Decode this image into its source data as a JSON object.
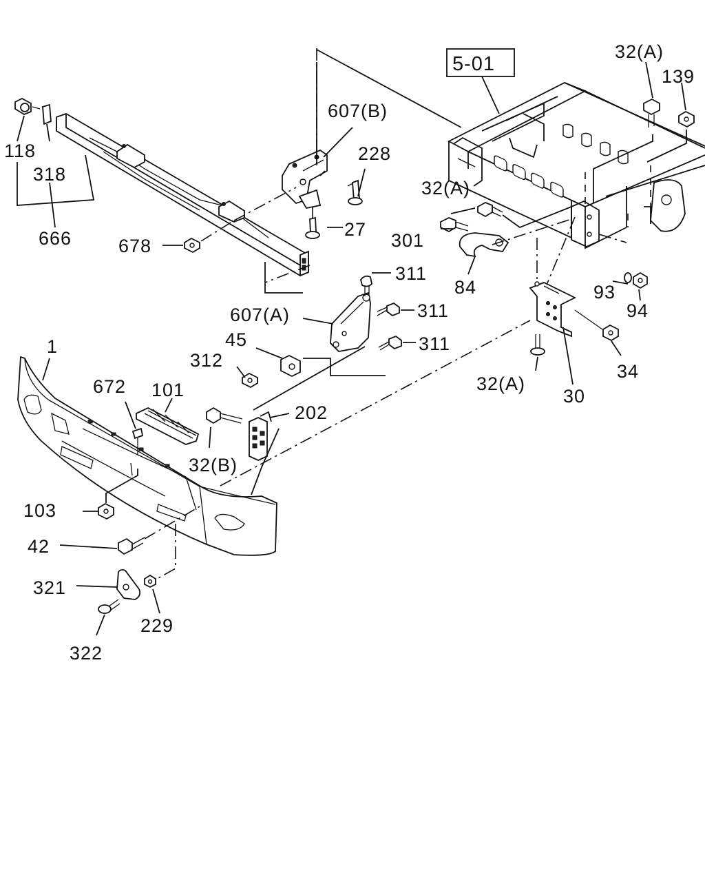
{
  "reference_box": "5-01",
  "labels": {
    "l1": "1",
    "l27": "27",
    "l30": "30",
    "l32a_top": "32(A)",
    "l32a_mid": "32(A)",
    "l32a_low": "32(A)",
    "l32b": "32(B)",
    "l34": "34",
    "l42": "42",
    "l45": "45",
    "l84": "84",
    "l93": "93",
    "l94": "94",
    "l101": "101",
    "l103": "103",
    "l118": "118",
    "l139": "139",
    "l202": "202",
    "l228": "228",
    "l229": "229",
    "l301": "301",
    "l311a": "311",
    "l311b": "311",
    "l311c": "311",
    "l312": "312",
    "l318": "318",
    "l321": "321",
    "l322": "322",
    "l607a": "607(A)",
    "l607b": "607(B)",
    "l666": "666",
    "l672": "672",
    "l678": "678"
  }
}
